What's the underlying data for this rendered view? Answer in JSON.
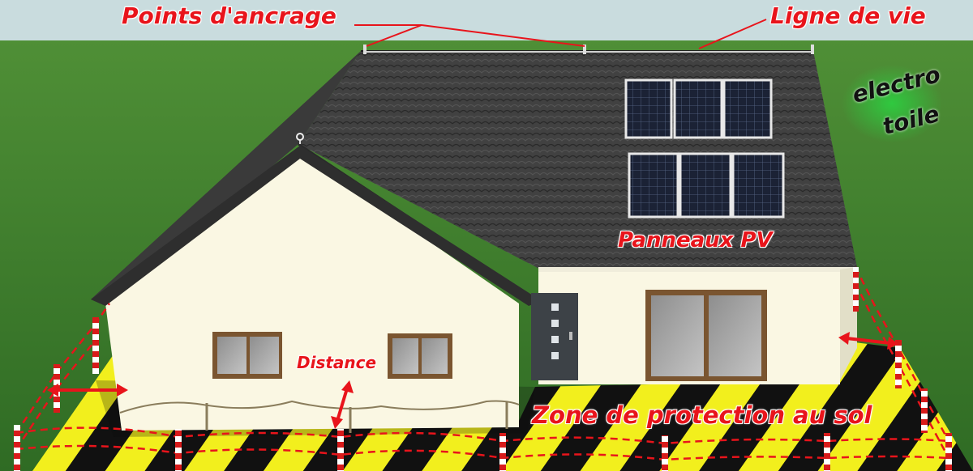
{
  "labels": {
    "anchor_points": "Points d'ancrage",
    "life_line": "Ligne de vie",
    "pv_panels": "Panneaux PV",
    "distance": "Distance",
    "ground_zone": "Zone de protection au sol"
  },
  "logo": {
    "line1": "electro",
    "line2": "toile"
  },
  "colors": {
    "sky": "#c9dcde",
    "grass": "#3a7a2a",
    "roof": "#3e3e3e",
    "wall": "#faf7e3",
    "label_red": "#e8141b",
    "hazard_yellow": "#f2ef1d",
    "hazard_black": "#111111"
  },
  "icons": [
    "anchor-ring-icon",
    "double-arrow-icon"
  ]
}
